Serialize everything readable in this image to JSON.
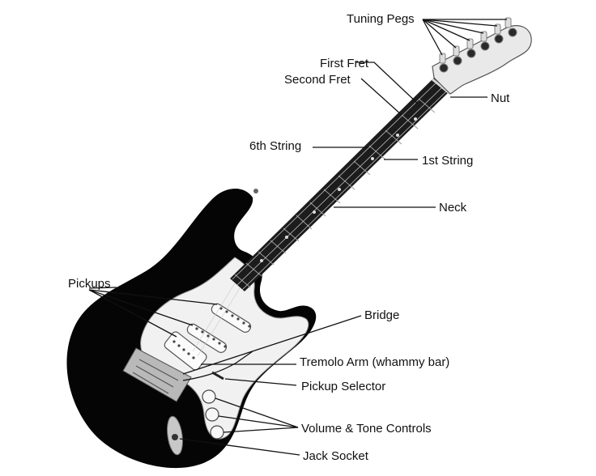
{
  "diagram": {
    "labels": {
      "tuning_pegs": "Tuning Pegs",
      "first_fret": "First Fret",
      "second_fret": "Second Fret",
      "nut": "Nut",
      "sixth_string": "6th String",
      "first_string": "1st String",
      "neck": "Neck",
      "pickups": "Pickups",
      "bridge": "Bridge",
      "tremolo_arm": "Tremolo Arm (whammy bar)",
      "pickup_selector": "Pickup Selector",
      "volume_tone": "Volume & Tone Controls",
      "jack_socket": "Jack Socket"
    },
    "colors": {
      "body": "#050505",
      "pickguard": "#f1f1f1",
      "fretboard": "#1c1c1c",
      "headstock": "#e9e9e9",
      "hardware": "#b9b9b9",
      "label_text": "#111111"
    }
  }
}
